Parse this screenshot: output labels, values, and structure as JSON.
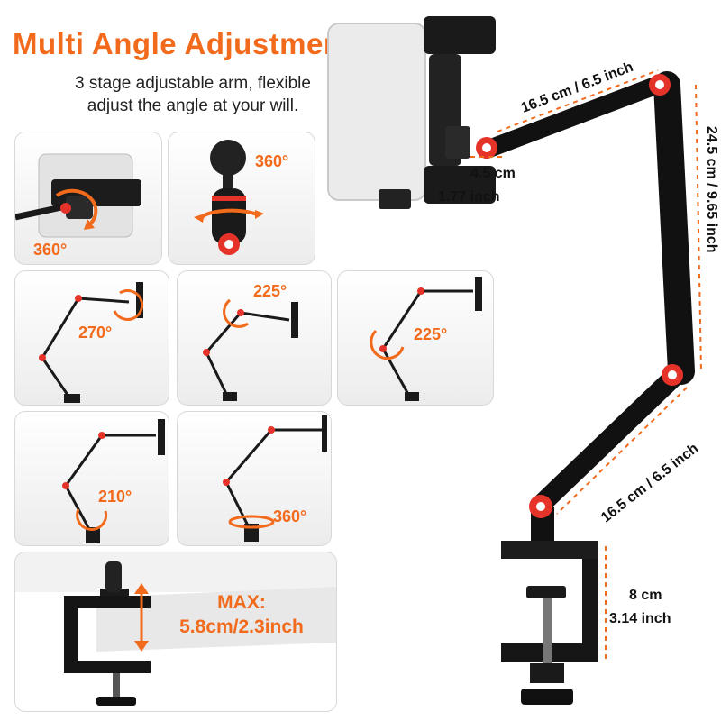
{
  "header": {
    "title": "Multi Angle Adjustment",
    "subtitle_line1": "3 stage adjustable arm, flexible",
    "subtitle_line2": "adjust the angle at your will."
  },
  "panels": {
    "p1_angle": "360°",
    "p2_angle": "360°",
    "p3_angle": "270°",
    "p4_angle": "225°",
    "p5_angle": "225°",
    "p6_angle": "210°",
    "p7_angle": "360°"
  },
  "clamp_panel": {
    "max_label": "MAX:",
    "max_value": "5.8cm/2.3inch"
  },
  "dimensions": {
    "upper_arm": "16.5 cm / 6.5 inch",
    "joint_cm": "4.5 cm",
    "joint_inch": "1.77 inch",
    "middle_arm": "24.5 cm / 9.65 inch",
    "lower_arm": "16.5 cm / 6.5 inch",
    "clamp_cm": "8 cm",
    "clamp_inch": "3.14 inch"
  },
  "colors": {
    "accent": "#f26a1b",
    "joint_red": "#e5332a",
    "arm": "#1a1a1a"
  }
}
